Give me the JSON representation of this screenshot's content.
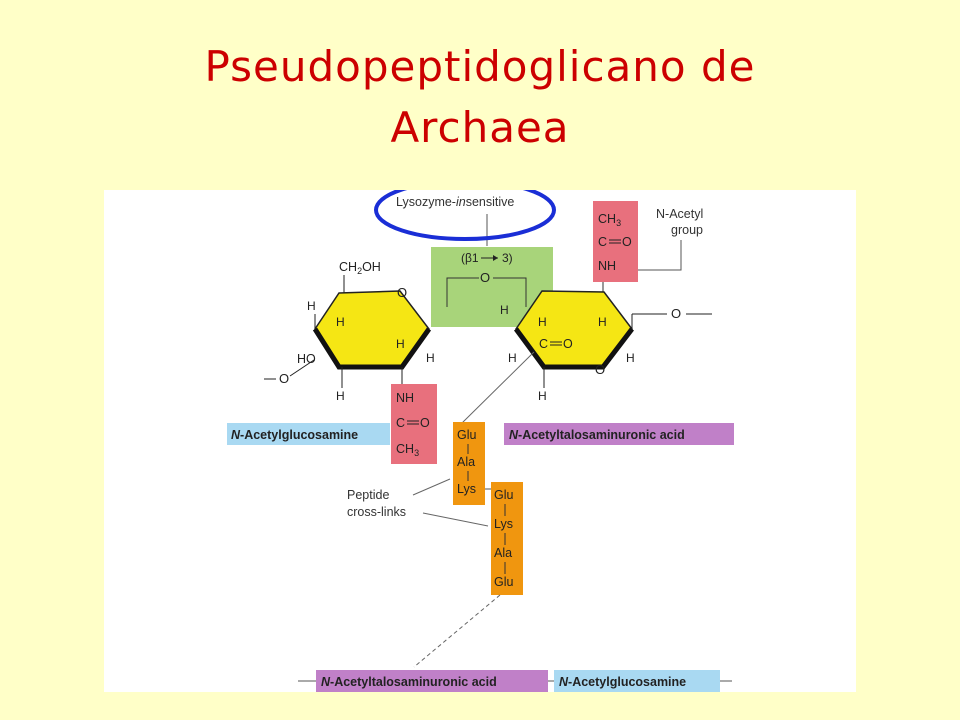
{
  "slide": {
    "title_line1": "Pseudopeptidoglicano de",
    "title_line2": "Archaea"
  },
  "colors": {
    "background": "#ffffc8",
    "title": "#cc0000",
    "sugar_ring": "#f5e614",
    "bond_box": "#a8d47a",
    "acetyl_box": "#e8707d",
    "peptide_box": "#f0960f",
    "nag_label_bg": "#a9d9f2",
    "nat_label_bg": "#c080c8",
    "highlight_ellipse": "#1a2ed6"
  },
  "diagram": {
    "lysozyme_label": {
      "pre": "Lysozyme-",
      "italic": "in",
      "post": "sensitive"
    },
    "bond": {
      "beta": "(β1",
      "num": "3)",
      "arrow_icon": "arrow-right-icon"
    },
    "acetyl_group": {
      "line1": "N-Acetyl",
      "line2": "group"
    },
    "right_acetyl": {
      "top": "CH",
      "top_sub": "3",
      "mid": "C",
      "eq": "O",
      "bot": "NH"
    },
    "left_acetyl": {
      "top": "NH",
      "mid": "C",
      "eq": "O",
      "bot": "CH",
      "bot_sub": "3"
    },
    "left_ring": {
      "ch2oh": "CH",
      "ch2oh_sub": "2",
      "ch2oh_end": "OH",
      "o": "O",
      "ho": "HO",
      "h": "H",
      "link_o": "O"
    },
    "right_ring": {
      "o": "O",
      "c": "C",
      "eq": "O",
      "h": "H",
      "link_o": "O"
    },
    "bridge_o": "O",
    "labels": {
      "nag": {
        "n": "N",
        "rest": "-Acetylglucosamine"
      },
      "nat": {
        "n": "N",
        "rest": "-Acetyltalosaminuronic acid"
      }
    },
    "peptide_chain_1": [
      "Glu",
      "Ala",
      "Lys"
    ],
    "peptide_chain_2": [
      "Glu",
      "Lys",
      "Ala",
      "Glu"
    ],
    "crosslinks_label": {
      "line1": "Peptide",
      "line2": "cross-links"
    }
  }
}
